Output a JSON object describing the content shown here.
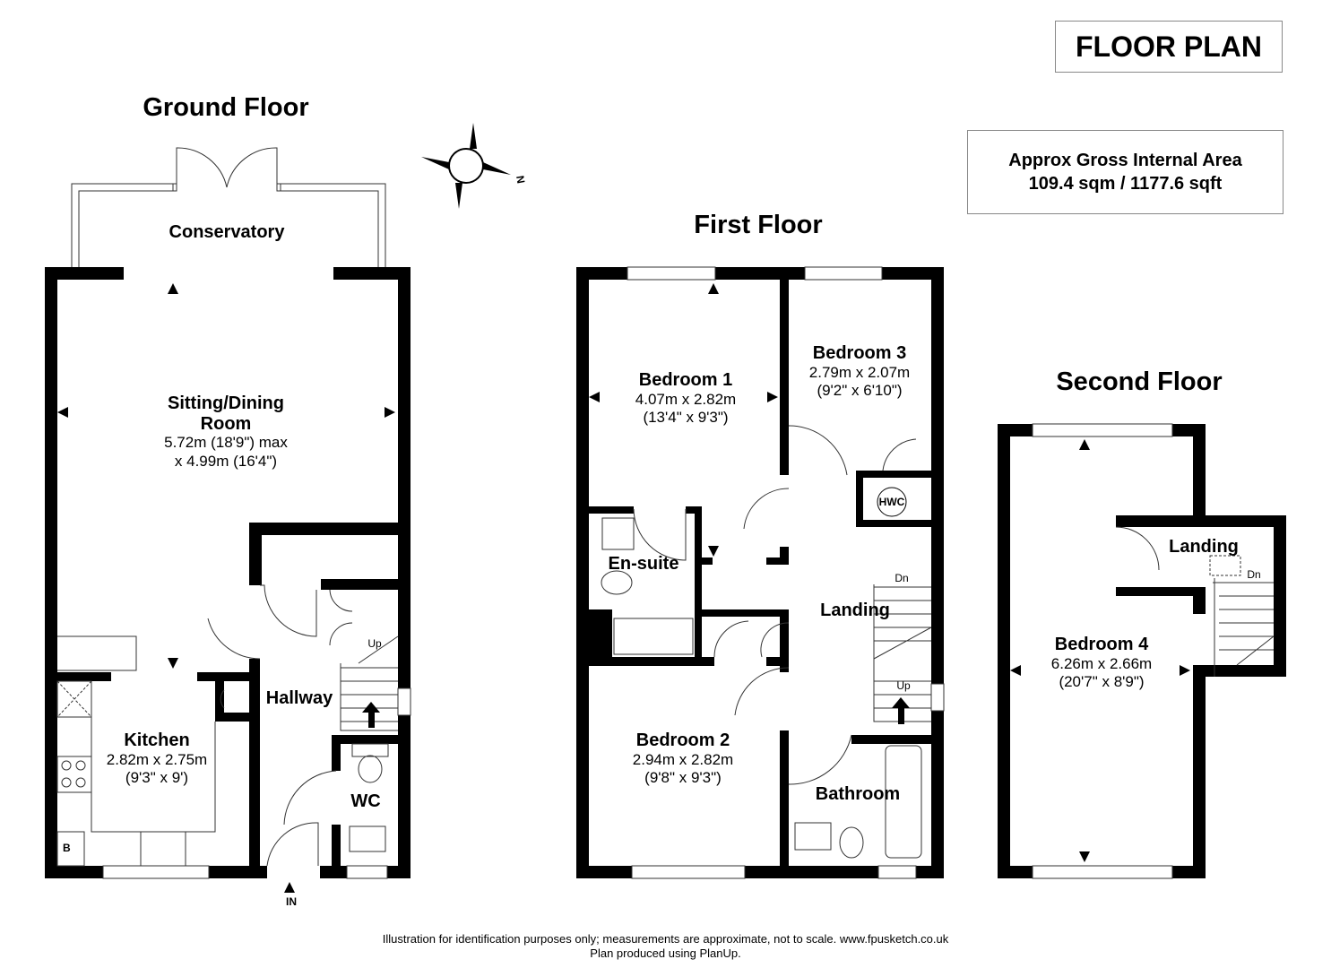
{
  "title": "FLOOR PLAN",
  "area": {
    "line1": "Approx Gross Internal Area",
    "line2": "109.4 sqm / 1177.6 sqft"
  },
  "compass": {
    "label": "N"
  },
  "ground_floor": {
    "heading": "Ground Floor",
    "conservatory": "Conservatory",
    "sitting": {
      "name1": "Sitting/Dining",
      "name2": "Room",
      "dim1": "5.72m (18'9\") max",
      "dim2": "x 4.99m (16'4\")"
    },
    "kitchen": {
      "name": "Kitchen",
      "dim1": "2.82m x 2.75m",
      "dim2": "(9'3\" x 9')"
    },
    "hallway": "Hallway",
    "wc": "WC",
    "boiler": "B",
    "stairs_up": "Up",
    "entrance": "IN"
  },
  "first_floor": {
    "heading": "First Floor",
    "bedroom1": {
      "name": "Bedroom 1",
      "dim1": "4.07m x 2.82m",
      "dim2": "(13'4\" x 9'3\")"
    },
    "bedroom2": {
      "name": "Bedroom 2",
      "dim1": "2.94m x 2.82m",
      "dim2": "(9'8\" x 9'3\")"
    },
    "bedroom3": {
      "name": "Bedroom 3",
      "dim1": "2.79m x 2.07m",
      "dim2": "(9'2\" x 6'10\")"
    },
    "ensuite": "En-suite",
    "landing": "Landing",
    "bathroom": "Bathroom",
    "hwc": "HWC",
    "stairs_dn": "Dn",
    "stairs_up": "Up"
  },
  "second_floor": {
    "heading": "Second Floor",
    "bedroom4": {
      "name": "Bedroom 4",
      "dim1": "6.26m x 2.66m",
      "dim2": "(20'7\" x 8'9\")"
    },
    "landing": "Landing",
    "stairs_dn": "Dn"
  },
  "footer": {
    "line1": "Illustration for identification purposes only; measurements are approximate, not to scale. www.fpusketch.co.uk",
    "line2": "Plan produced using PlanUp."
  }
}
